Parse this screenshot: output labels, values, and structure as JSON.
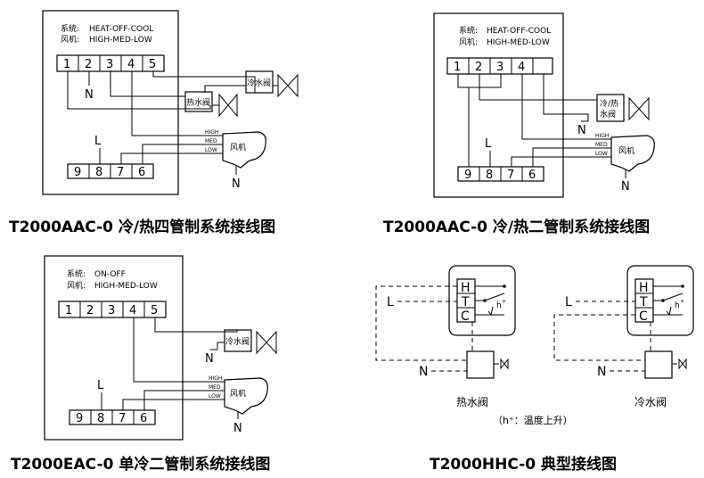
{
  "labels": {
    "sys_label": "系统:",
    "fan_label": "风机:",
    "sys_hoc": "HEAT-OFF-COOL",
    "sys_onoff": "ON-OFF",
    "fan_hml": "HIGH-MED-LOW",
    "high": "HIGH",
    "med": "MED",
    "low": "LOW",
    "fan": "风机",
    "hot_valve": "热水阀",
    "cold_valve": "冷水阀",
    "cold_hot_valve_1": "冷/热",
    "cold_hot_valve_2": "水阀",
    "N": "N",
    "L": "L",
    "H": "H",
    "T": "T",
    "C": "C",
    "hplus": "h",
    "plus": "+",
    "hplus_note": "（h⁺：温度上升）"
  },
  "terminals_top": [
    "1",
    "2",
    "3",
    "4",
    "5"
  ],
  "terminals_bottom": [
    "9",
    "8",
    "7",
    "6"
  ],
  "captions": {
    "d1": "T2000AAC-0 冷/热四管制系统接线图",
    "d2": "T2000AAC-0 冷/热二管制系统接线图",
    "d3": "T2000EAC-0 单冷二管制系统接线图",
    "d4": "T2000HHC-0 典型接线图"
  }
}
